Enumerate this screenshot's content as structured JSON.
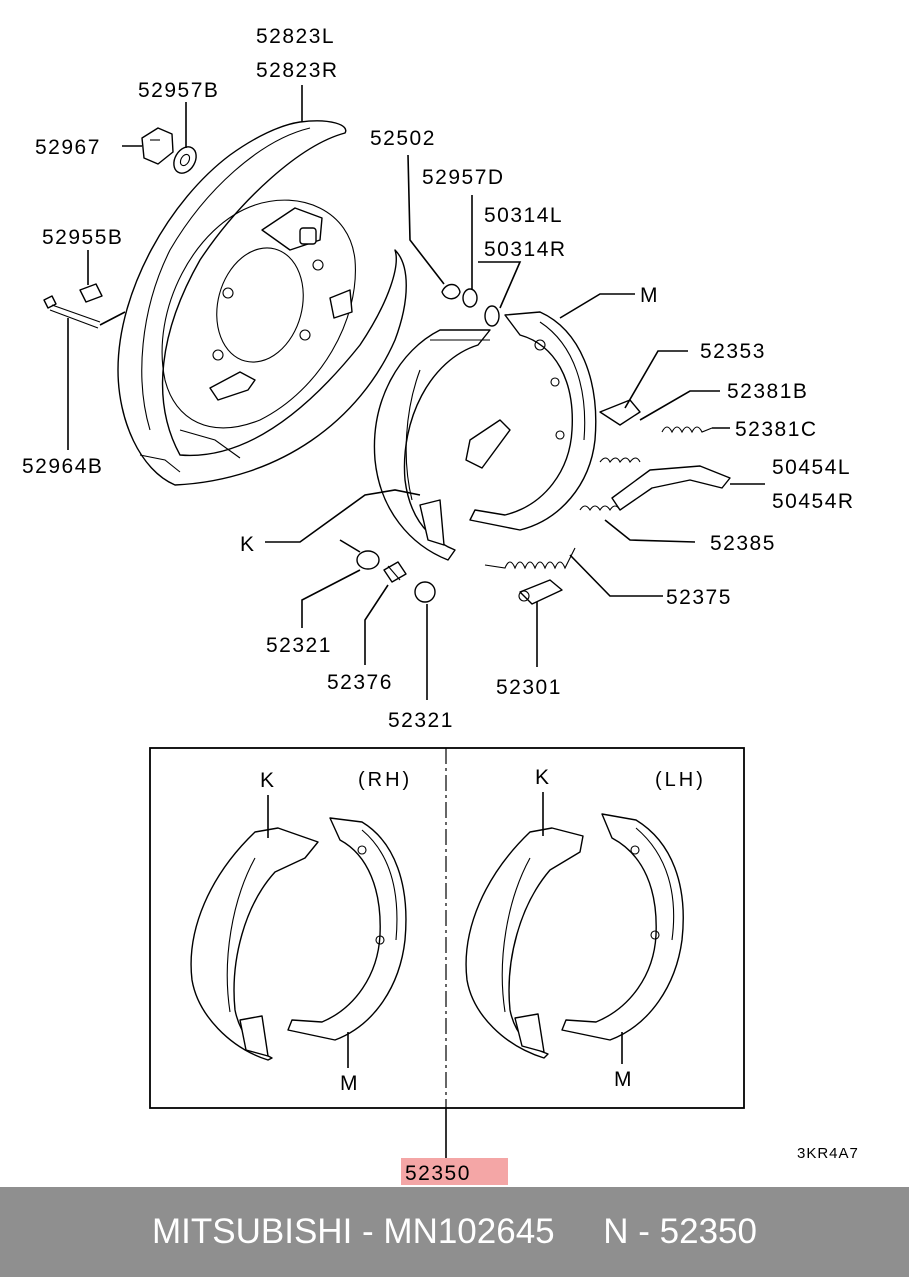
{
  "labels": {
    "p52823L": "52823L",
    "p52823R": "52823R",
    "p52957B": "52957B",
    "p52967": "52967",
    "p52955B": "52955B",
    "p52964B": "52964B",
    "p52502": "52502",
    "p52957D": "52957D",
    "p50314L": "50314L",
    "p50314R": "50314R",
    "m_top": "M",
    "p52353": "52353",
    "p52381B": "52381B",
    "p52381C": "52381C",
    "p50454L": "50454L",
    "p50454R": "50454R",
    "p52385": "52385",
    "k_top": "K",
    "p52375": "52375",
    "p52321a": "52321",
    "p52376": "52376",
    "p52321b": "52321",
    "p52301": "52301"
  },
  "assembly_box": {
    "rh": "(RH)",
    "lh": "(LH)",
    "k_rh": "K",
    "m_rh": "M",
    "k_lh": "K",
    "m_lh": "M",
    "part_number": "52350",
    "highlight_color": "#f4a6a6"
  },
  "diagram_code": "3KR4A7",
  "footer": {
    "text": "MITSUBISHI - MN102645     N - 52350",
    "background": "#8f8f8f"
  }
}
